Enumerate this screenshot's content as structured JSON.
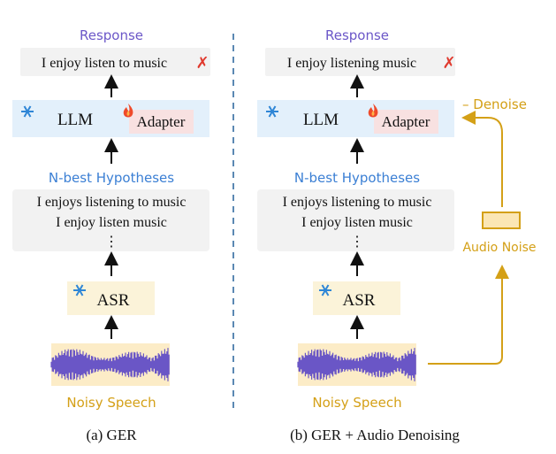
{
  "colors": {
    "purple": "#6b57c8",
    "blue": "#3b7fd4",
    "gold": "#d4a017",
    "red": "#e03a2e",
    "llm_bg": "#e3f0fb",
    "adapter_bg": "#f8e1e1",
    "asr_bg": "#fbf3d9",
    "hyp_bg": "#f2f2f2",
    "noise_fill": "#fbe6b4",
    "wave": "#6a56c6"
  },
  "left": {
    "response_label": "Response",
    "response_text": "I enjoy listen to music",
    "wrong_mark": "✗",
    "llm_label": "LLM",
    "adapter_label": "Adapter",
    "nbest_label": "N-best Hypotheses",
    "hyp1": "I enjoys listening to music",
    "hyp2": "I enjoy listen music",
    "hyp_ellipsis": "⋮",
    "asr_label": "ASR",
    "speech_label": "Noisy Speech",
    "caption": "(a) GER"
  },
  "right": {
    "response_label": "Response",
    "response_text": "I enjoy listening music",
    "wrong_mark": "✗",
    "llm_label": "LLM",
    "adapter_label": "Adapter",
    "nbest_label": "N-best Hypotheses",
    "hyp1": "I enjoys listening to music",
    "hyp2": "I enjoy listen music",
    "hyp_ellipsis": "⋮",
    "asr_label": "ASR",
    "speech_label": "Noisy Speech",
    "denoise_label": "– Denoise",
    "audio_noise_label": "Audio Noise",
    "caption": "(b) GER + Audio Denoising"
  },
  "icons": {
    "frozen": "snowflake-icon",
    "trainable": "fire-icon",
    "waveform": "waveform-icon"
  }
}
